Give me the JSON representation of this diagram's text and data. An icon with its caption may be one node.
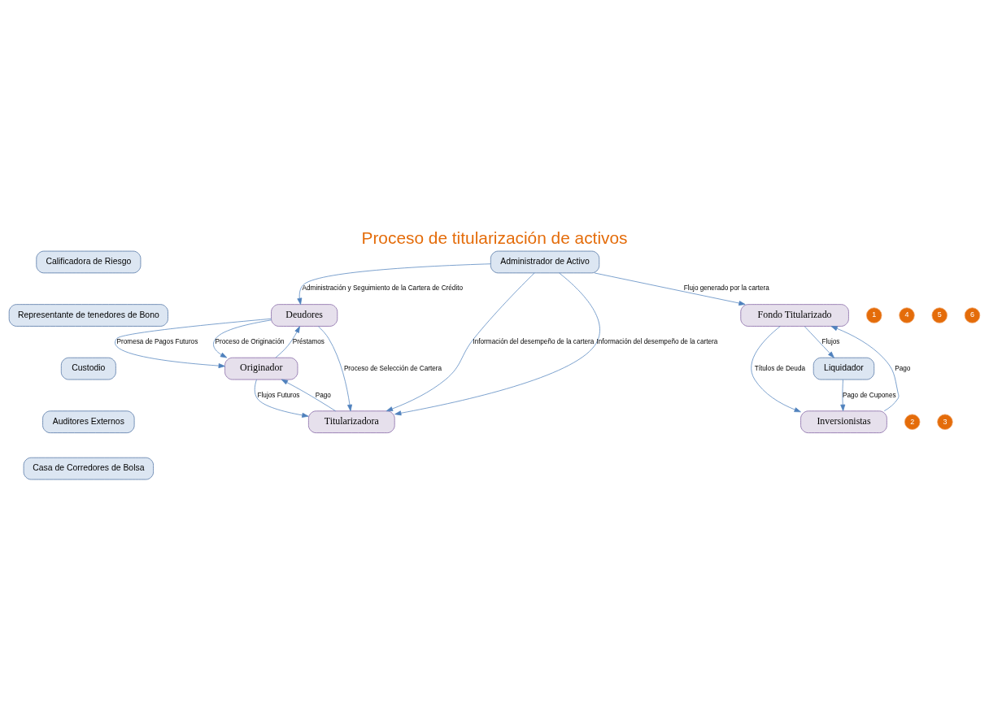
{
  "diagram": {
    "title": "Proceso de titularización de activos",
    "nodes": [
      {
        "text": [
          "Calificadora de Riesgo"
        ]
      },
      {
        "text": [
          "Representante de tenedores de Bono"
        ]
      },
      {
        "text": [
          "Custodio"
        ]
      },
      {
        "text": [
          "Auditores Externos"
        ]
      },
      {
        "text": [
          "Casa de Corredores de Bolsa"
        ]
      },
      {
        "text": [
          "Deudores"
        ]
      },
      {
        "text": [
          "Originador"
        ]
      },
      {
        "text": [
          "Titularizadora"
        ]
      },
      {
        "text": [
          "Fondo Titularizado"
        ]
      },
      {
        "text": [
          "Inversionistas"
        ]
      },
      {
        "text": [
          "Administrador de Activo"
        ]
      },
      {
        "text": [
          "Liquidador"
        ]
      },
      {
        "text": [
          "1"
        ]
      },
      {
        "text": [
          "2"
        ]
      },
      {
        "text": [
          "3"
        ]
      },
      {
        "text": [
          "4"
        ]
      },
      {
        "text": [
          "5"
        ]
      },
      {
        "text": [
          "6"
        ]
      }
    ],
    "edges": [
      {
        "from": 10,
        "to": 5,
        "arrow": "to",
        "label": "Administración y Seguimiento de la Cartera de Crédito"
      },
      {
        "from": 6,
        "to": 5,
        "arrow": "to",
        "label": "Préstamos"
      },
      {
        "from": 5,
        "to": 6,
        "arrow": "to",
        "label": "Promesa de Pagos Futuros"
      },
      {
        "from": 5,
        "to": 6,
        "arrow": "to",
        "label": "Proceso de Originación"
      },
      {
        "from": 7,
        "to": 6,
        "arrow": "to",
        "label": "Pago"
      },
      {
        "from": 6,
        "to": 7,
        "arrow": "to",
        "label": "Flujos Futuros"
      },
      {
        "from": 5,
        "to": 7,
        "arrow": "to",
        "label": "Proceso de Selección de Cartera"
      },
      {
        "from": 10,
        "to": 7,
        "arrow": "to",
        "label": "Información del desempeño de la cartera"
      },
      {
        "from": 10,
        "to": 7,
        "arrow": "to",
        "label": "Información del desempeño de la cartera"
      },
      {
        "from": 10,
        "to": 8,
        "arrow": "to",
        "label": "Flujo generado por la cartera"
      },
      {
        "from": 8,
        "to": 11,
        "arrow": "to",
        "label": "Flujos"
      },
      {
        "from": 9,
        "to": 8,
        "arrow": "to",
        "label": "Pago"
      },
      {
        "from": 8,
        "to": 9,
        "arrow": "to",
        "label": "Títulos de Deuda"
      },
      {
        "from": 11,
        "to": 9,
        "arrow": "to",
        "label": "Pago de Cupones"
      }
    ]
  }
}
